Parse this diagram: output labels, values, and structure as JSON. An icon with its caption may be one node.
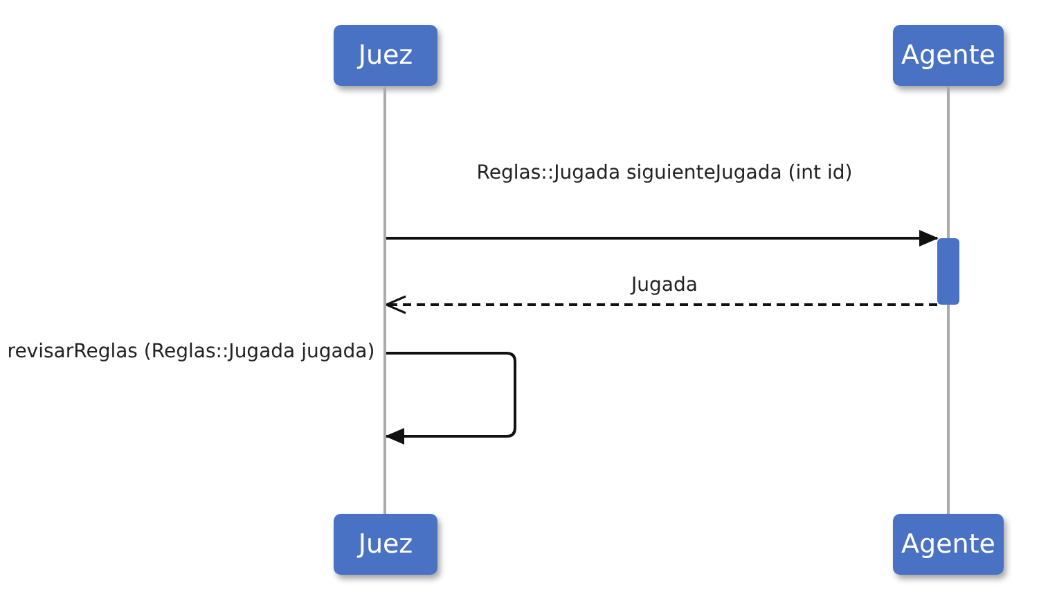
{
  "diagram": {
    "nodes": [
      {
        "text": [
          "Juez"
        ]
      },
      {
        "text": [
          "Agente"
        ]
      },
      {
        "text": [
          "Juez"
        ]
      },
      {
        "text": [
          "Agente"
        ]
      },
      {
        "text": [],
        "shape": "line"
      },
      {
        "text": [],
        "shape": "line"
      },
      {
        "text": [],
        "shape": "bar"
      }
    ],
    "edges": [
      {
        "from": 4,
        "to": 6,
        "arrow": "to",
        "label": "Reglas::Jugada siguienteJugada (int id)"
      },
      {
        "from": 6,
        "to": 4,
        "arrow": "to",
        "label": "Jugada",
        "style": "dashed"
      },
      {
        "from": 4,
        "to": 4,
        "arrow": "to",
        "label": "revisarReglas (Reglas::Jugada jugada)"
      }
    ]
  }
}
